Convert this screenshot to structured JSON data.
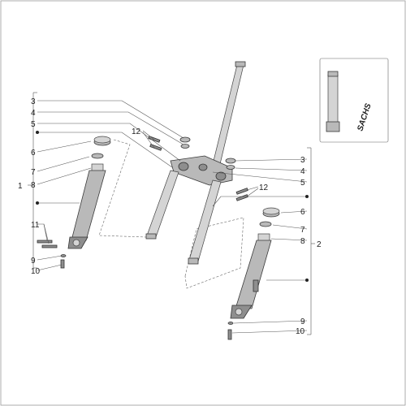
{
  "diagram": {
    "callouts": {
      "left": [
        "3",
        "4",
        "5",
        "6",
        "7",
        "8",
        "1",
        "11",
        "9",
        "10",
        "12"
      ],
      "right": [
        "3",
        "4",
        "5",
        "12",
        "6",
        "7",
        "8",
        "2",
        "9",
        "10"
      ]
    },
    "inset_brand": "SACHS"
  }
}
